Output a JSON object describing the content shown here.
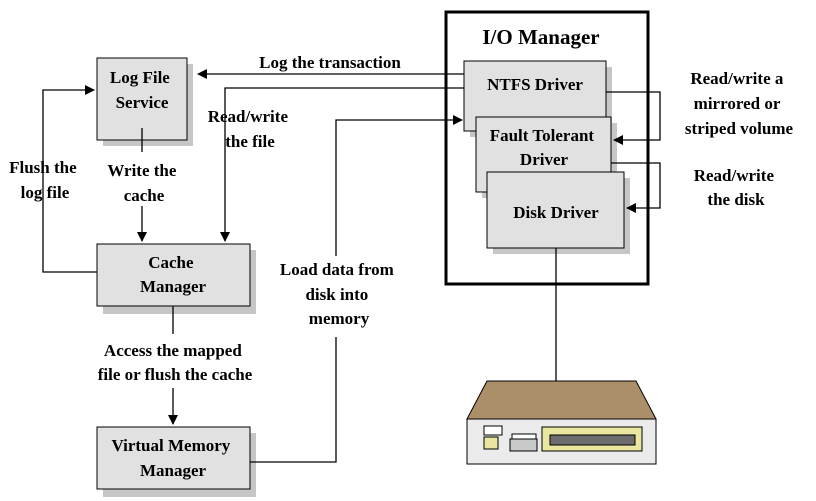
{
  "io_manager": {
    "title": "I/O Manager"
  },
  "boxes": {
    "log_file_service": [
      "Log File",
      "Service"
    ],
    "cache_manager": [
      "Cache",
      "Manager"
    ],
    "virtual_memory_manager": [
      "Virtual Memory",
      "Manager"
    ],
    "ntfs_driver": [
      "NTFS Driver"
    ],
    "fault_tolerant_driver": [
      "Fault Tolerant",
      "Driver"
    ],
    "disk_driver": [
      "Disk Driver"
    ]
  },
  "labels": {
    "log_transaction": [
      "Log the transaction"
    ],
    "read_write_file": [
      "Read/write",
      "the file"
    ],
    "flush_log": [
      "Flush the",
      "log file"
    ],
    "write_cache": [
      "Write the",
      "cache"
    ],
    "access_mapped": [
      "Access the mapped",
      "file or flush the cache"
    ],
    "load_data": [
      "Load data from",
      "disk into",
      "memory"
    ],
    "mirrored": [
      "Read/write a",
      "mirrored or",
      "striped volume"
    ],
    "read_disk": [
      "Read/write",
      "the disk"
    ]
  },
  "colors": {
    "box_fill": "#e1e1e1",
    "shadow": "#c6c6c6",
    "line": "#000000",
    "disk_top": "#ab8f68",
    "disk_front": "#ebebeb",
    "disk_bezel": "#e9e6a0"
  }
}
